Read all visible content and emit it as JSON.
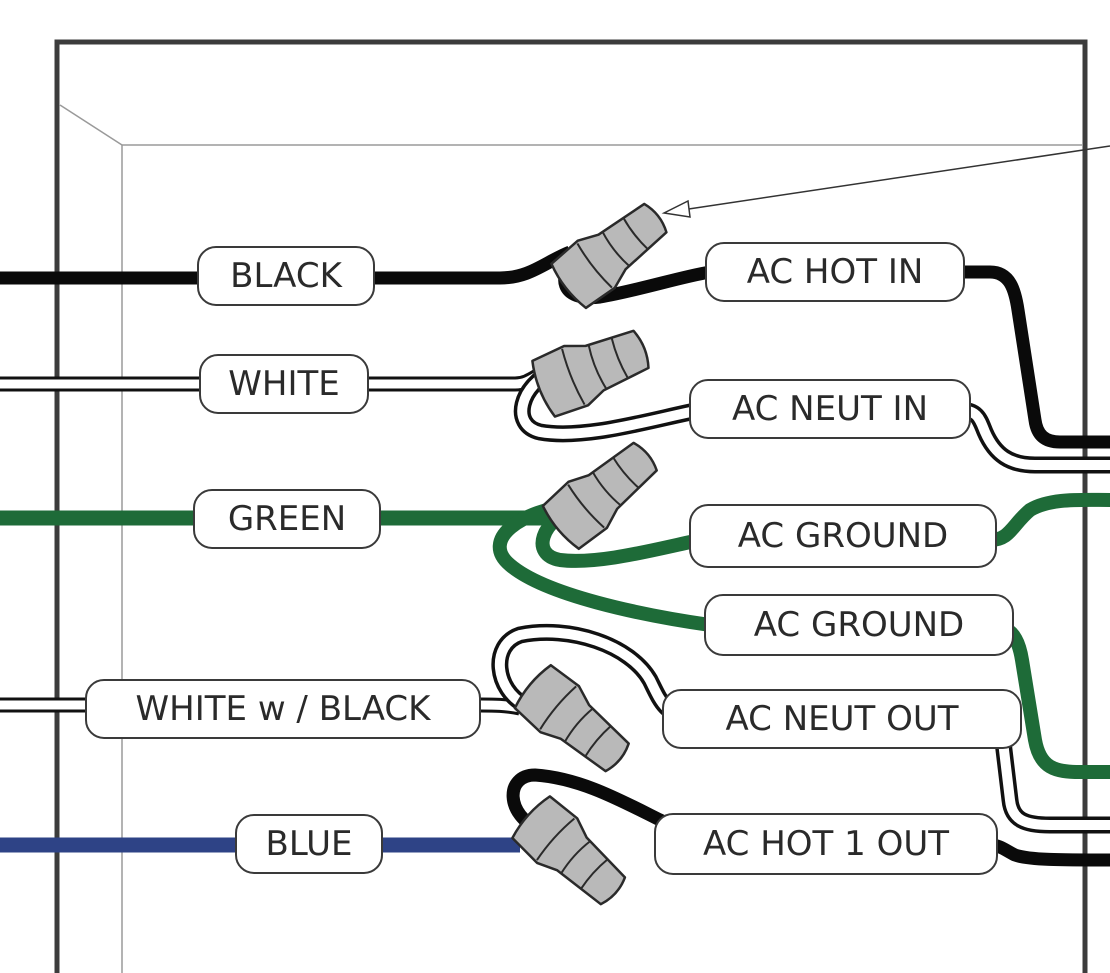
{
  "colors": {
    "black_wire": "#0a0a0a",
    "white_wire_fill": "#ffffff",
    "wire_outline": "#111111",
    "green_wire": "#1e6b38",
    "blue_wire": "#2e4386",
    "wire_nut": "#b9b9b9",
    "box_outline": "#3c3c3c"
  },
  "left_labels": {
    "black": "BLACK",
    "white": "WHITE",
    "green": "GREEN",
    "white_black": "WHITE w / BLACK",
    "blue": "BLUE"
  },
  "right_labels": {
    "ac_hot_in": "AC HOT IN",
    "ac_neut_in": "AC NEUT IN",
    "ac_ground_1": "AC GROUND",
    "ac_ground_2": "AC GROUND",
    "ac_neut_out": "AC  NEUT  OUT",
    "ac_hot_1_out": "AC HOT  1 OUT"
  },
  "icons": {
    "connector": "wire-nut-icon",
    "pointer": "arrow-pointer"
  }
}
